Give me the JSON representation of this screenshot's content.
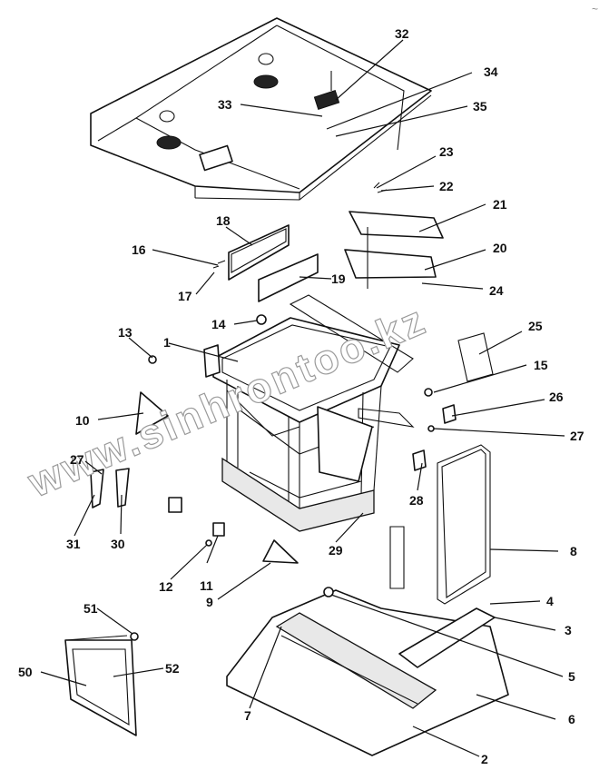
{
  "watermark": "www.sinhrontoo.kz",
  "corner_mark": "~",
  "callouts": [
    {
      "id": "c1",
      "label": "1"
    },
    {
      "id": "c2",
      "label": "2"
    },
    {
      "id": "c3",
      "label": "3"
    },
    {
      "id": "c4",
      "label": "4"
    },
    {
      "id": "c5",
      "label": "5"
    },
    {
      "id": "c6",
      "label": "6"
    },
    {
      "id": "c7",
      "label": "7"
    },
    {
      "id": "c8",
      "label": "8"
    },
    {
      "id": "c9",
      "label": "9"
    },
    {
      "id": "c10",
      "label": "10"
    },
    {
      "id": "c11",
      "label": "11"
    },
    {
      "id": "c12",
      "label": "12"
    },
    {
      "id": "c13",
      "label": "13"
    },
    {
      "id": "c14",
      "label": "14"
    },
    {
      "id": "c15",
      "label": "15"
    },
    {
      "id": "c16",
      "label": "16"
    },
    {
      "id": "c17",
      "label": "17"
    },
    {
      "id": "c18",
      "label": "18"
    },
    {
      "id": "c19",
      "label": "19"
    },
    {
      "id": "c20",
      "label": "20"
    },
    {
      "id": "c21",
      "label": "21"
    },
    {
      "id": "c22",
      "label": "22"
    },
    {
      "id": "c23",
      "label": "23"
    },
    {
      "id": "c24",
      "label": "24"
    },
    {
      "id": "c25",
      "label": "25"
    },
    {
      "id": "c26",
      "label": "26"
    },
    {
      "id": "c27a",
      "label": "27"
    },
    {
      "id": "c27b",
      "label": "27"
    },
    {
      "id": "c28",
      "label": "28"
    },
    {
      "id": "c29",
      "label": "29"
    },
    {
      "id": "c30",
      "label": "30"
    },
    {
      "id": "c31",
      "label": "31"
    },
    {
      "id": "c32",
      "label": "32"
    },
    {
      "id": "c33",
      "label": "33"
    },
    {
      "id": "c34",
      "label": "34"
    },
    {
      "id": "c35",
      "label": "35"
    },
    {
      "id": "c50",
      "label": "50"
    },
    {
      "id": "c51",
      "label": "51"
    },
    {
      "id": "c52",
      "label": "52"
    }
  ]
}
